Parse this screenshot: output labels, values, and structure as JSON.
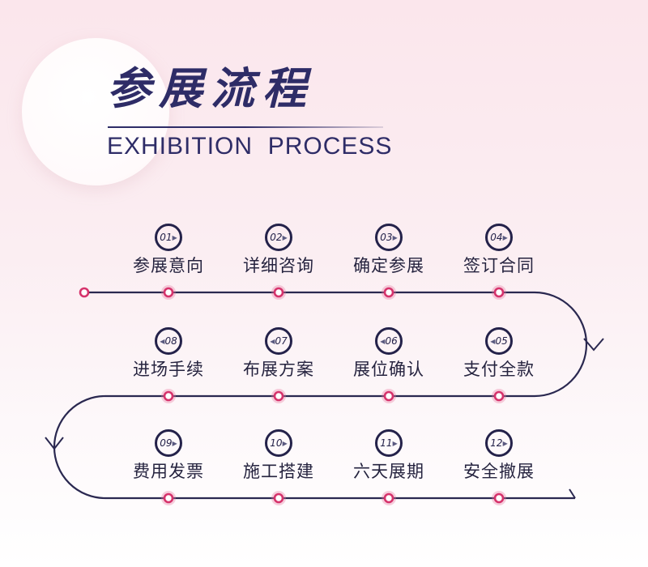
{
  "header": {
    "title": "参展流程",
    "subtitle": "EXHIBITION  PROCESS"
  },
  "colors": {
    "navy": "#2e2c67",
    "line": "#2a2850",
    "accent_pink": "#d6336c",
    "background_pink": "#fbe6ec"
  },
  "steps": [
    {
      "number": "01",
      "label": "参展意向",
      "direction": "right"
    },
    {
      "number": "02",
      "label": "详细咨询",
      "direction": "right"
    },
    {
      "number": "03",
      "label": "确定参展",
      "direction": "right"
    },
    {
      "number": "04",
      "label": "签订合同",
      "direction": "right"
    },
    {
      "number": "05",
      "label": "支付全款",
      "direction": "left"
    },
    {
      "number": "06",
      "label": "展位确认",
      "direction": "left"
    },
    {
      "number": "07",
      "label": "布展方案",
      "direction": "left"
    },
    {
      "number": "08",
      "label": "进场手续",
      "direction": "left"
    },
    {
      "number": "09",
      "label": "费用发票",
      "direction": "right"
    },
    {
      "number": "10",
      "label": "施工搭建",
      "direction": "right"
    },
    {
      "number": "11",
      "label": "六天展期",
      "direction": "right"
    },
    {
      "number": "12",
      "label": "安全撤展",
      "direction": "right"
    }
  ],
  "icons": {
    "arrow_right": "▶",
    "arrow_left": "◀"
  }
}
